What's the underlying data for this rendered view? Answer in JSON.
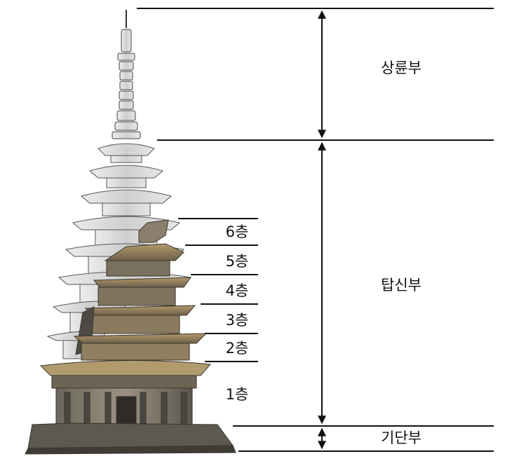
{
  "sections": [
    {
      "id": "top",
      "label": "상륜부"
    },
    {
      "id": "body",
      "label": "탑신부"
    },
    {
      "id": "base",
      "label": "기단부"
    }
  ],
  "stories": [
    "6층",
    "5층",
    "4층",
    "3층",
    "2층",
    "1층"
  ],
  "colors": {
    "line": "#111111",
    "stone_dark": "#5d5a52",
    "stone_mid": "#8f8a7c",
    "stone_light": "#c7c2b5",
    "stone_warm": "#a8926a",
    "faded": "#d9d9d9"
  }
}
